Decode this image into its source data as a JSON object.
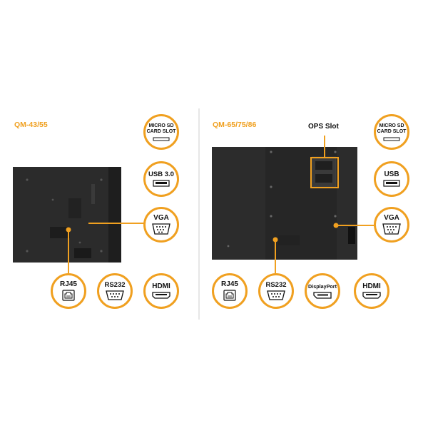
{
  "colors": {
    "accent": "#f0a020",
    "panel": "#2a2a2a",
    "divider": "#cfcfcf"
  },
  "left": {
    "model_label": "QM-43/55",
    "ports": {
      "microsd": {
        "label": "MICRO SD\nCARD SLOT",
        "icon": "micro-sd-slot-icon"
      },
      "usb": {
        "label": "USB 3.0",
        "icon": "usb-port-icon"
      },
      "vga": {
        "label": "VGA",
        "icon": "vga-port-icon"
      },
      "rj45": {
        "label": "RJ45",
        "icon": "rj45-port-icon"
      },
      "rs232": {
        "label": "RS232",
        "icon": "rs232-port-icon"
      },
      "hdmi": {
        "label": "HDMI",
        "icon": "hdmi-port-icon"
      }
    }
  },
  "right": {
    "model_label": "QM-65/75/86",
    "ops_label": "OPS Slot",
    "ports": {
      "microsd": {
        "label": "MICRO SD\nCARD SLOT",
        "icon": "micro-sd-slot-icon"
      },
      "usb": {
        "label": "USB",
        "icon": "usb-port-icon"
      },
      "vga": {
        "label": "VGA",
        "icon": "vga-port-icon"
      },
      "rj45": {
        "label": "RJ45",
        "icon": "rj45-port-icon"
      },
      "rs232": {
        "label": "RS232",
        "icon": "rs232-port-icon"
      },
      "displayport": {
        "label": "DisplayPort",
        "icon": "displayport-port-icon"
      },
      "hdmi": {
        "label": "HDMI",
        "icon": "hdmi-port-icon"
      }
    }
  }
}
